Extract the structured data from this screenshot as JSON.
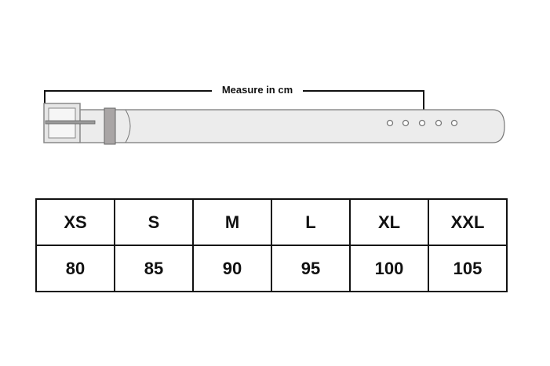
{
  "diagram": {
    "measure_label": "Measure in cm",
    "belt_hole_count": 5
  },
  "size_table": {
    "sizes": [
      "XS",
      "S",
      "M",
      "L",
      "XL",
      "XXL"
    ],
    "lengths_cm": [
      "80",
      "85",
      "90",
      "95",
      "100",
      "105"
    ]
  }
}
